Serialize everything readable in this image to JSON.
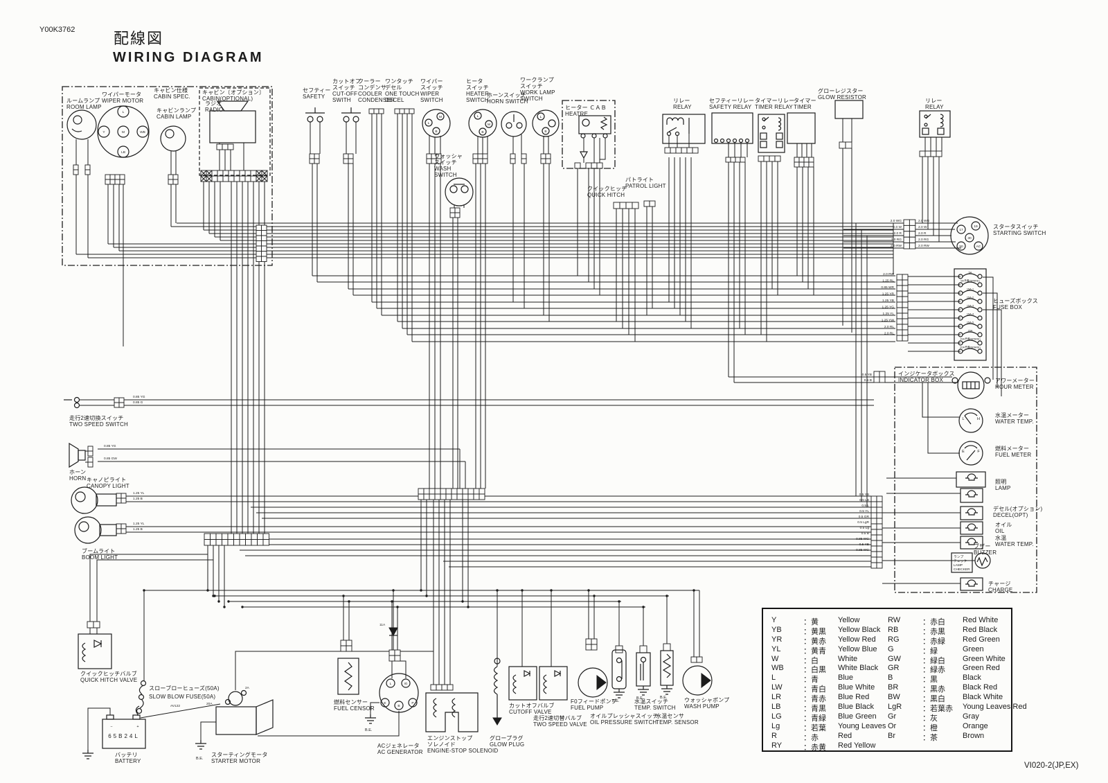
{
  "doc": {
    "code": "Y00K3762",
    "title_jp": "配線図",
    "title_en": "WIRING DIAGRAM",
    "sheet_code": "VI020-2(JP,EX)"
  },
  "components": {
    "room_lamp": {
      "lines": [
        "ルームランプ",
        "ROOM LAMP"
      ]
    },
    "wiper_motor": {
      "lines": [
        "ワイパーモータ",
        "WIPER MOTOR"
      ]
    },
    "cabin_spec": {
      "lines": [
        "キャビン仕様",
        "CABIN SPEC."
      ]
    },
    "cabin_lamp": {
      "lines": [
        "キャビンランプ",
        "CABIN LAMP"
      ]
    },
    "cabin_optional": {
      "lines": [
        "キャビン〔オプション〕",
        "CABIN(OPTIONAL)"
      ]
    },
    "radio": {
      "lines": [
        "ラジオ",
        "RADIO"
      ]
    },
    "safety": {
      "lines": [
        "セフティー",
        "SAFETY"
      ]
    },
    "cutoff_switch": {
      "lines": [
        "カットオフ",
        "スイッチ",
        "CUT-OFF",
        "SWITH"
      ]
    },
    "cooler_condenser": {
      "lines": [
        "クーラー",
        "コンデンサ",
        "COOLER",
        "CONDENSER"
      ]
    },
    "one_touch_decel": {
      "lines": [
        "ワンタッチ",
        "デセル",
        "ONE TOUCH",
        "DECEL"
      ]
    },
    "wiper_switch": {
      "lines": [
        "ワイパー",
        "スイッチ",
        "WIPER",
        "SWITCH"
      ]
    },
    "wash_switch": {
      "lines": [
        "ウォッシャ",
        "スイッチ",
        "WASH",
        "SWITCH"
      ]
    },
    "heater_switch": {
      "lines": [
        "ヒータ",
        "スイッチ",
        "HEATER",
        "SWITCH"
      ]
    },
    "horn_switch": {
      "lines": [
        "ホーンスイッチ",
        "HORN SWITCH"
      ]
    },
    "work_lamp_switch": {
      "lines": [
        "ワークランプ",
        "スイッチ",
        "WORK LAMP",
        "SWITCH"
      ]
    },
    "heater_cab": {
      "lines": [
        "ヒーター  ＣＡＢ",
        "HEATRE"
      ]
    },
    "patrol_light": {
      "lines": [
        "パトライト",
        "PATROL LIGHT"
      ]
    },
    "quick_hitch": {
      "lines": [
        "クイックヒッチ",
        "QUICK HITCH"
      ]
    },
    "relay_1": {
      "lines": [
        "リレー",
        "RELAY"
      ]
    },
    "safety_relay": {
      "lines": [
        "セフティーリレー",
        "SAFETY RELAY"
      ]
    },
    "timer_relay": {
      "lines": [
        "タイマーリレー",
        "TIMER RELAY"
      ]
    },
    "timer": {
      "lines": [
        "タイマー",
        "TIMER"
      ]
    },
    "glow_resistor": {
      "lines": [
        "グローレジスター",
        "GLOW RESISTOR"
      ]
    },
    "relay_2": {
      "lines": [
        "リレー",
        "RELAY"
      ]
    },
    "starting_switch": {
      "lines": [
        "スタータスイッチ",
        "STARTING SWITCH"
      ]
    },
    "fuse_box": {
      "lines": [
        "ヒューズボックス",
        "FUSE BOX"
      ]
    },
    "indicator_box": {
      "lines": [
        "インジケータボックス",
        "INDICATOR BOX"
      ]
    },
    "hour_meter": {
      "lines": [
        "アワーメーター",
        "HOUR METER"
      ]
    },
    "water_temp_meter": {
      "lines": [
        "水温メーター",
        "WATER TEMP."
      ]
    },
    "fuel_meter": {
      "lines": [
        "燃料メーター",
        "FUEL METER"
      ]
    },
    "panel_lamp": {
      "lines": [
        "照明",
        "LAMP"
      ]
    },
    "decel_opt": {
      "lines": [
        "デセル(オプション)",
        "DECEL(OPT)"
      ]
    },
    "oil": {
      "lines": [
        "オイル",
        "OIL"
      ]
    },
    "water_temp_lamp": {
      "lines": [
        "水温",
        "WATER TEMP."
      ]
    },
    "buzzer": {
      "lines": [
        "ブザー",
        "BUZZER"
      ]
    },
    "lamp_checker": {
      "lines": [
        "ランプ",
        "チェック",
        "LAMP",
        "CHECKER"
      ]
    },
    "charge": {
      "lines": [
        "チャージ",
        "CHARGE"
      ]
    },
    "two_speed_switch": {
      "lines": [
        "走行2速切換スイッチ",
        "TWO SPEED SWITCH"
      ]
    },
    "horn": {
      "lines": [
        "ホーン",
        "HORN"
      ]
    },
    "canopy_light": {
      "lines": [
        "キャノピライト",
        "CANOPY LIGHT"
      ]
    },
    "boom_light": {
      "lines": [
        "ブームライト",
        "BOOM LIGHT"
      ]
    },
    "quick_hitch_valve": {
      "lines": [
        "クイックヒッチバルブ",
        "QUICK HITCH VALVE"
      ]
    },
    "slow_blow_fuse": {
      "lines": [
        "スローブローヒューズ(50A)",
        "SLOW BLOW FUSE(50A)"
      ]
    },
    "battery": {
      "lines": [
        "バッテリ",
        "BATTERY"
      ],
      "model": "65B24L",
      "terminals": [
        "−",
        "+"
      ]
    },
    "starter_motor": {
      "lines": [
        "スターティングモータ",
        "STARTER MOTOR"
      ]
    },
    "fuel_censor": {
      "lines": [
        "燃料センサー",
        "FUEL CENSOR"
      ]
    },
    "ac_generator": {
      "lines": [
        "ACジェネレータ",
        "AC GENERATOR"
      ]
    },
    "engine_stop_solenoid": {
      "lines": [
        "エンジンストップ",
        "ソレノイド",
        "ENGINE-STOP SOLENOID"
      ]
    },
    "glow_plug": {
      "lines": [
        "グロープラグ",
        "GLOW PLUG"
      ]
    },
    "cutoff_valve": {
      "lines": [
        "カットオフバルブ",
        "CUTOFF VALVE"
      ]
    },
    "two_speed_valve": {
      "lines": [
        "走行2速切替バルブ",
        "TWO SPEED VALVE"
      ]
    },
    "fuel_pump": {
      "lines": [
        "F0フィードポンプ",
        "FUEL PUMP"
      ]
    },
    "oil_pressure_switch": {
      "lines": [
        "オイルプレッシャスイッチ",
        "OIL PRESSURE SWITCH"
      ]
    },
    "temp_switch": {
      "lines": [
        "水温スイッチ",
        "TEMP. SWITCH"
      ]
    },
    "temp_sensor": {
      "lines": [
        "水温センサ",
        "TEMP. SENSOR"
      ]
    },
    "wash_pump": {
      "lines": [
        "ウォッシャポンプ",
        "WASH PUMP"
      ]
    }
  },
  "terminals": {
    "wiper_motor": [
      "L",
      "Y",
      "M",
      "WB",
      "LB"
    ],
    "wiper_switch": [
      "M",
      "L",
      "B"
    ],
    "heater_switch": [
      "L",
      "M",
      "B"
    ],
    "work_lamp_switch": [
      "L",
      "B"
    ],
    "starting_switch": [
      "19",
      "17",
      "30",
      "50",
      "AC"
    ],
    "ac_generator": [
      "L",
      "IG",
      "E",
      "B",
      "P"
    ],
    "water_gauge": [
      "L",
      "H"
    ],
    "fuel_gauge": [
      "E",
      "F"
    ]
  },
  "fuses": [
    "5A",
    "5A予備(SPARE)",
    "15A-1",
    "15A-2",
    "15A-3",
    "15A-4",
    "15A-5",
    "20A",
    "15A予備(SPARE)",
    "20A予備(SPARE)"
  ],
  "wire_labels": {
    "two_speed_switch": [
      "0.85 YG",
      "0.85 G"
    ],
    "horn": [
      "0.85 YG",
      "0.85 GW"
    ],
    "canopy_light": [
      "1.25 YL",
      "1.25 B"
    ],
    "boom_light": [
      "1.25 YL",
      "1.25 B"
    ],
    "starting_switch": [
      "2.0 WG",
      "2.0 W",
      "2.0 R",
      "2.0 RG",
      "2.0 RW"
    ],
    "fuse_box": [
      "2.0 RW",
      "1.25 RL",
      "0.85 WR",
      "1.25 YR",
      "1.25 YB",
      "1.25 YG",
      "1.25 YL",
      "1.25 YW",
      "2.0 RL",
      "2.0 RL"
    ],
    "hour_meter_conn": [
      "0.5 YB",
      "0.5 B"
    ],
    "indicator_conn": [
      "0.5 YB",
      "0.5 LB",
      "0.5 L",
      "0.5 YL",
      "0.5 GR",
      "0.5 LgR",
      "0.5 Lg",
      "0.5 B",
      "0.85 WG",
      "0.5 YB",
      "0.85 WG"
    ],
    "battery_cable": "AV122",
    "starter_terminal": "20A",
    "solenoid_terminal": "2A",
    "generator_diode": "11A",
    "ground": "B.E."
  },
  "legend": {
    "left": [
      [
        "Y",
        "黄",
        "Yellow"
      ],
      [
        "YB",
        "黄黒",
        "Yellow Black"
      ],
      [
        "YR",
        "黄赤",
        "Yellow Red"
      ],
      [
        "YL",
        "黄青",
        "Yellow Blue"
      ],
      [
        "W",
        "白",
        "White"
      ],
      [
        "WB",
        "白黒",
        "White Black"
      ],
      [
        "L",
        "青",
        "Blue"
      ],
      [
        "LW",
        "青白",
        "Blue White"
      ],
      [
        "LR",
        "青赤",
        "Blue Red"
      ],
      [
        "LB",
        "青黒",
        "Blue Black"
      ],
      [
        "LG",
        "青緑",
        "Blue Green"
      ],
      [
        "Lg",
        "若葉",
        "Young Leaves"
      ],
      [
        "R",
        "赤",
        "Red"
      ],
      [
        "RY",
        "赤黄",
        "Red Yellow"
      ]
    ],
    "right": [
      [
        "RW",
        "赤白",
        "Red White"
      ],
      [
        "RB",
        "赤黒",
        "Red Black"
      ],
      [
        "RG",
        "赤緑",
        "Red Green"
      ],
      [
        "G",
        "緑",
        "Green"
      ],
      [
        "GW",
        "緑白",
        "Green White"
      ],
      [
        "GR",
        "緑赤",
        "Green Red"
      ],
      [
        "B",
        "黒",
        "Black"
      ],
      [
        "BR",
        "黒赤",
        "Black Red"
      ],
      [
        "BW",
        "黒白",
        "Black White"
      ],
      [
        "LgR",
        "若葉赤",
        "Young Leaves Red"
      ],
      [
        "Gr",
        "灰",
        "Gray"
      ],
      [
        "Or",
        "橙",
        "Orange"
      ],
      [
        "Br",
        "茶",
        "Brown"
      ]
    ]
  }
}
